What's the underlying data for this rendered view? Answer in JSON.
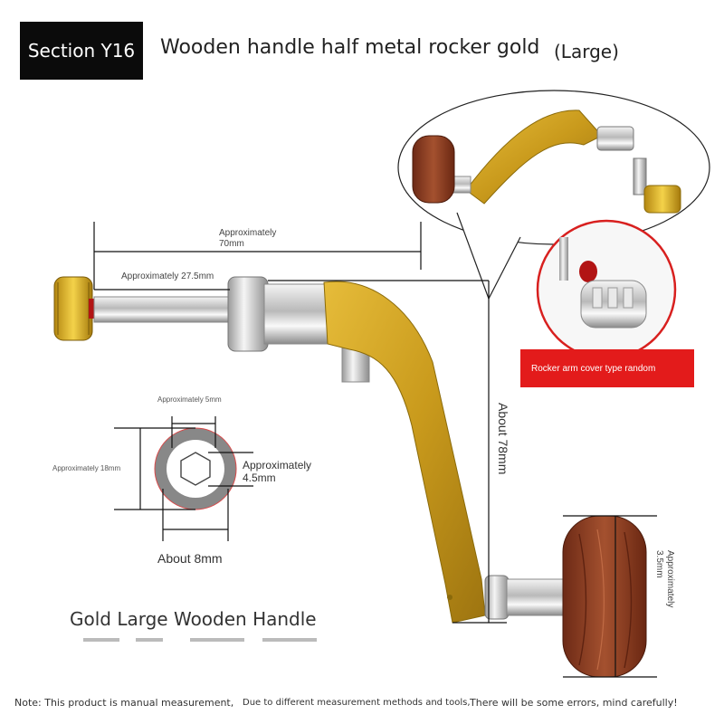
{
  "header": {
    "section": "Section Y16",
    "title": "Wooden handle half metal rocker gold",
    "size": "(Large)"
  },
  "dimensions": {
    "overall_length": "Approximately 70mm",
    "overall_length_line1": "Approximately",
    "overall_length_line2": "70mm",
    "shaft_length": "Approximately 27.5mm",
    "arm_height": "About 78mm",
    "knob_thickness_line1": "Approximately",
    "knob_thickness_line2": "3.5mm",
    "hex_width": "Approximately 5mm",
    "outer_diameter": "Approximately 18mm",
    "hex_depth_line1": "Approximately",
    "hex_depth_line2": "4.5mm",
    "inner_diameter": "About 8mm"
  },
  "inset": {
    "cover_note": "Rocker arm cover type random"
  },
  "caption": "Gold Large Wooden Handle",
  "footer": {
    "note1": "Note: This product is manual measurement,",
    "note2": "Due to different measurement methods and tools,",
    "note3": "There will be some errors, mind carefully!"
  },
  "colors": {
    "gold": "#c99a1c",
    "wood": "#8a3a22",
    "red_label": "#e31b1b",
    "badge": "#0b0b0b"
  }
}
